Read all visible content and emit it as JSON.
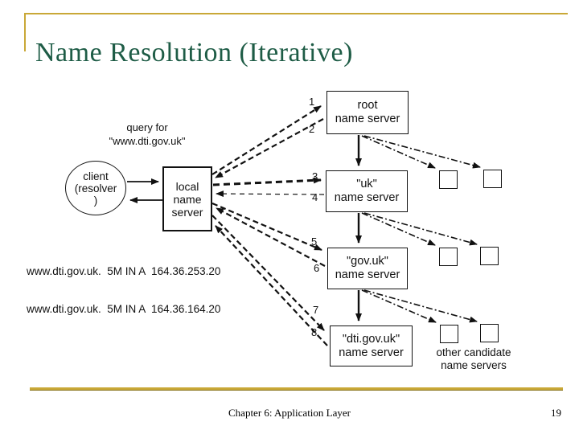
{
  "slide": {
    "title": "Name Resolution (Iterative)",
    "footer": {
      "chapter": "Chapter 6: Application Layer",
      "page": "19"
    },
    "colors": {
      "title": "#1E5C46",
      "accent_gold": "#C9A837",
      "accent_gold_dark": "#8a751f",
      "diagram_ink": "#111111",
      "background": "#FFFFFF"
    }
  },
  "diagram": {
    "query_label": {
      "line1": "query for",
      "line2": "\"www.dti.gov.uk\""
    },
    "client": {
      "line1": "client",
      "line2": "(resolver",
      "line3": ")"
    },
    "local_ns": {
      "line1": "local",
      "line2": "name",
      "line3": "server"
    },
    "servers": [
      {
        "id": "root",
        "line1": "root",
        "line2": "name server"
      },
      {
        "id": "uk",
        "line1": "\"uk\"",
        "line2": "name server"
      },
      {
        "id": "gov-uk",
        "line1": "\"gov.uk\"",
        "line2": "name server"
      },
      {
        "id": "dti-gov-uk",
        "line1": "\"dti.gov.uk\"",
        "line2": "name server"
      }
    ],
    "step_numbers": [
      "1",
      "2",
      "3",
      "4",
      "5",
      "6",
      "7",
      "8"
    ],
    "records": [
      "www.dti.gov.uk.  5M IN A  164.36.253.20",
      "www.dti.gov.uk.  5M IN A  164.36.164.20"
    ],
    "other_candidates_label": {
      "line1": "other candidate",
      "line2": "name servers"
    }
  }
}
